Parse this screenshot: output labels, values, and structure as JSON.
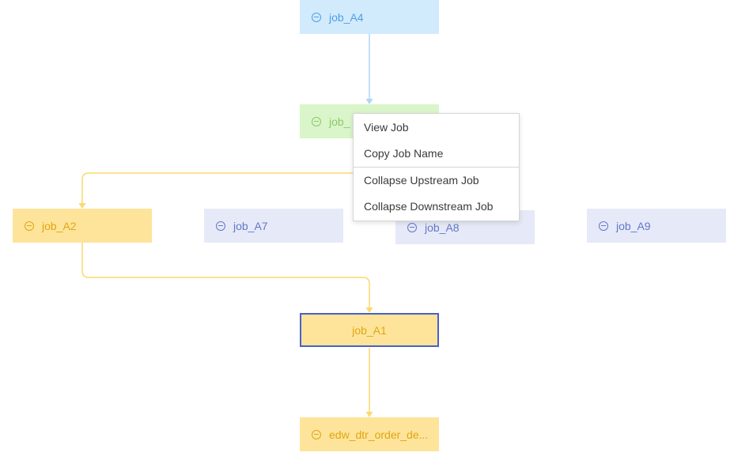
{
  "colors": {
    "blue_fill": "#d1eafc",
    "blue_text": "#4f9fe6",
    "green_fill": "#d9f5c9",
    "green_text": "#8cc96e",
    "yellow_fill": "#fde49a",
    "yellow_text": "#e0a612",
    "gray_fill": "#e6e9f7",
    "gray_text": "#6278c8",
    "selected_border": "#4a5fc9",
    "edge_blue": "#aed6f7",
    "edge_yellow": "#fbd96b"
  },
  "graph": {
    "nodes": {
      "a4": {
        "label": "job_A4",
        "color": "blue",
        "icon": "collapse-icon"
      },
      "a3": {
        "label": "job_",
        "color": "green",
        "icon": "collapse-icon"
      },
      "a2": {
        "label": "job_A2",
        "color": "yellow",
        "icon": "collapse-icon"
      },
      "a7": {
        "label": "job_A7",
        "color": "gray",
        "icon": "collapse-icon"
      },
      "a8": {
        "label": "job_A8",
        "color": "gray",
        "icon": "collapse-icon"
      },
      "a9": {
        "label": "job_A9",
        "color": "gray",
        "icon": "collapse-icon"
      },
      "a1": {
        "label": "job_A1",
        "color": "yellow",
        "selected": true
      },
      "edw": {
        "label": "edw_dtr_order_de...",
        "color": "yellow",
        "icon": "collapse-icon"
      }
    }
  },
  "context_menu": {
    "items": [
      {
        "label": "View Job"
      },
      {
        "label": "Copy Job Name"
      },
      {
        "label": "Collapse Upstream Job"
      },
      {
        "label": "Collapse Downstream Job"
      }
    ]
  }
}
